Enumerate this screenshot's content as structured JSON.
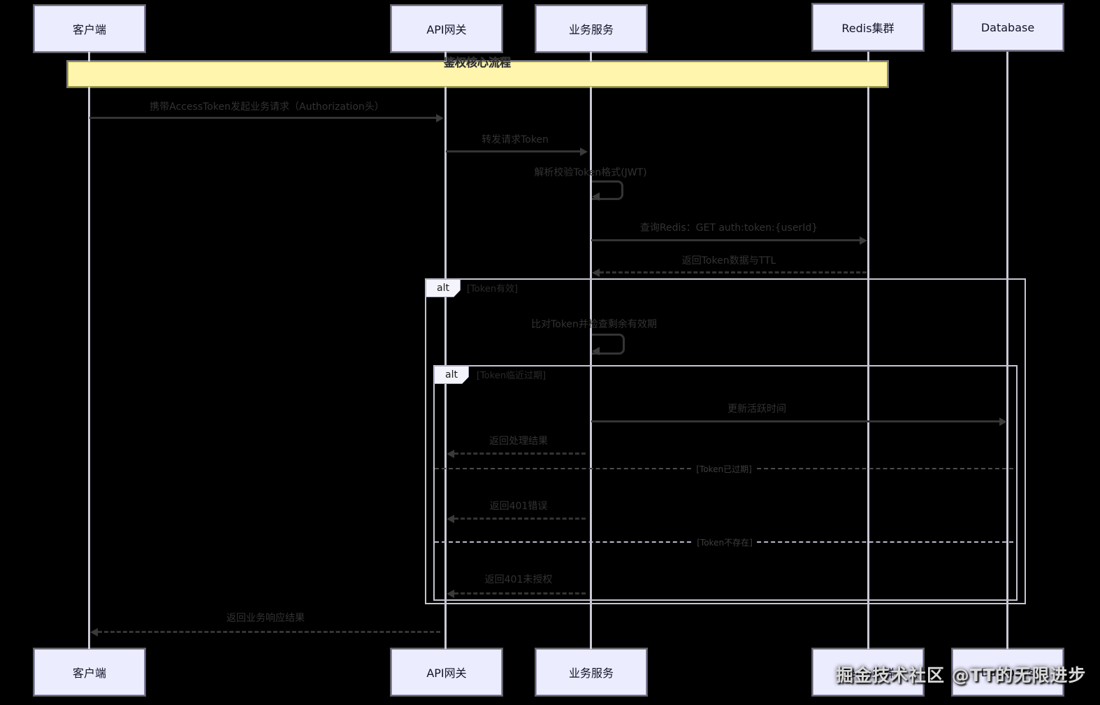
{
  "diagram": {
    "title": "鉴权核心流程",
    "participants": [
      "客户端",
      "API网关",
      "业务服务",
      "Redis集群",
      "Database"
    ],
    "watermark": "掘金技术社区 @TT的无限进步",
    "colors": {
      "background": "#000000",
      "actor_fill": "#ECECFF",
      "note_fill": "#FFF5AD",
      "lifeline": "#C9C9D6",
      "message_text": "#333333"
    }
  },
  "frames": {
    "outer_alt_label": "alt",
    "outer_alt_condition": "[Token有效]",
    "inner_alt_label": "alt",
    "inner_alt_condition": "[Token临近过期]",
    "divider_expired": "[Token已过期]",
    "divider_missing": "[Token不存在]"
  },
  "messages": {
    "m1": "携带AccessToken发起业务请求（Authorization头）",
    "m2": "转发请求Token",
    "m3": "解析校验Token格式(JWT)",
    "m4": "查询Redis：GET auth:token:{userId}",
    "m5": "返回Token数据与TTL",
    "m6": "比对Token并检查剩余有效期",
    "m7": "更新活跃时间",
    "m8": "返回处理结果",
    "m9": "返回401错误",
    "m10": "返回401未授权",
    "m11": "返回业务响应结果"
  }
}
